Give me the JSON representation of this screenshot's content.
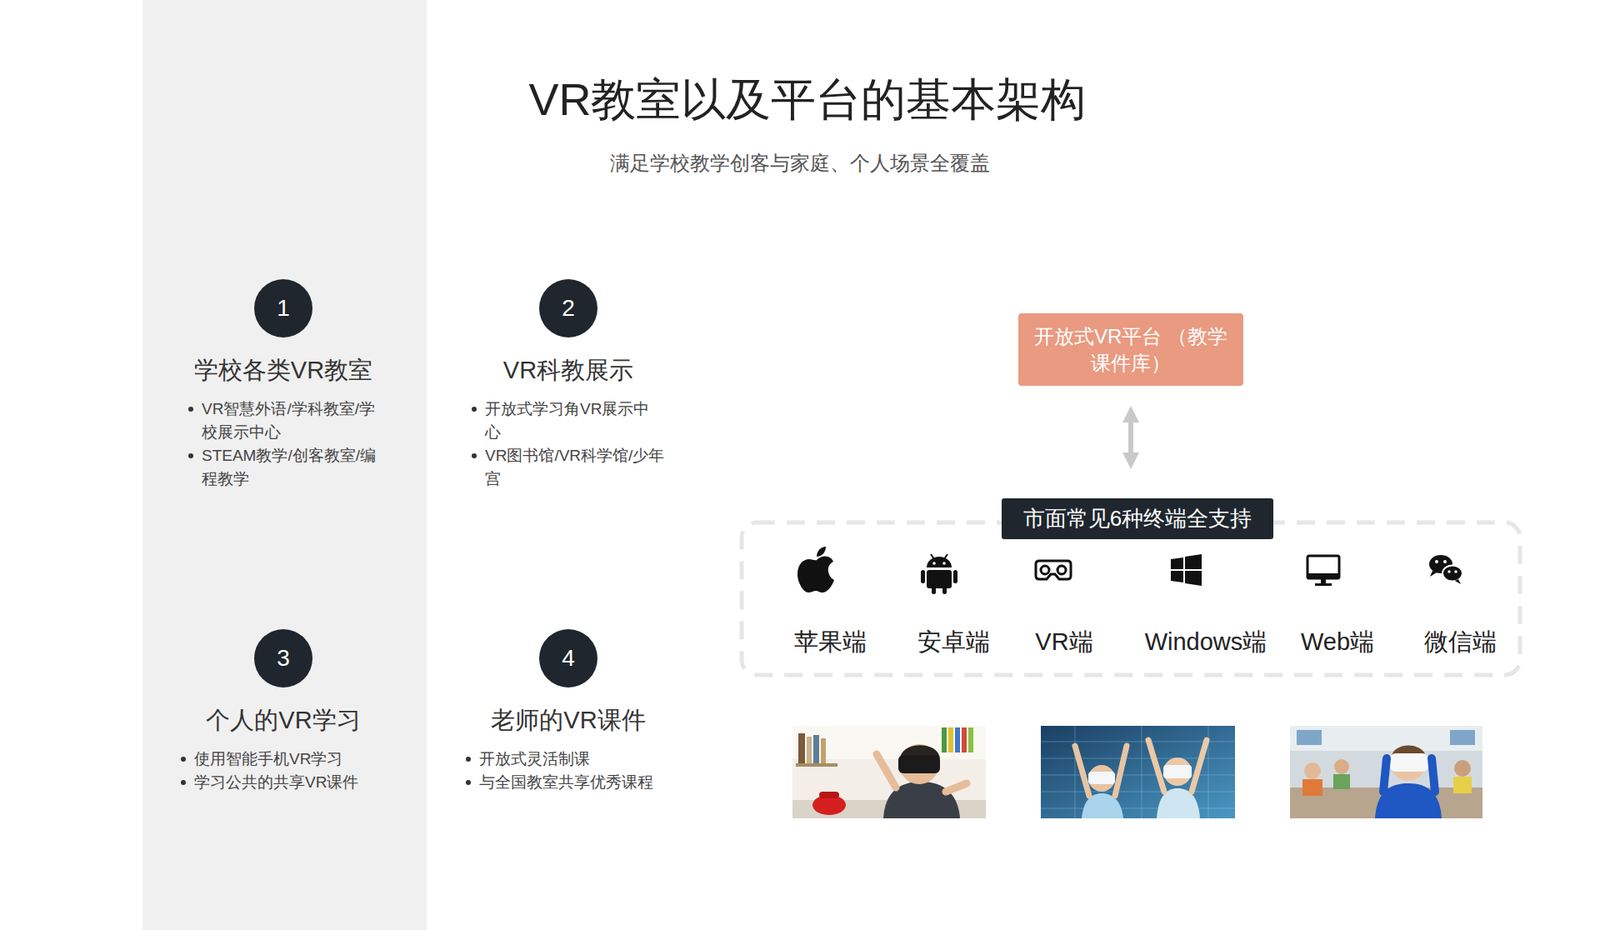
{
  "diagram": {
    "title": "VR教室以及平台的基本架构",
    "nodes": [
      {
        "text": [
          "1",
          "学校各类VR教室",
          "VR智慧外语/学科教室/学校展示中心",
          "STEAM教学/创客教室/编程教学"
        ]
      },
      {
        "text": [
          "2",
          "VR科教展示",
          "开放式学习角VR展示中心",
          "VR图书馆/VR科学馆/少年宫"
        ]
      },
      {
        "text": [
          "3",
          "个人的VR学习",
          "使用智能手机VR学习",
          "学习公共的共享VR课件"
        ]
      },
      {
        "text": [
          "4",
          "老师的VR课件",
          "开放式灵活制课",
          "与全国教室共享优秀课程"
        ]
      },
      {
        "text": [
          "开放式VR平台 （教学课件库）"
        ]
      },
      {
        "text": [
          "市面常见6种终端全支持",
          "苹果端",
          "安卓端",
          "VR端",
          "Windows端",
          "Web端",
          "微信端"
        ]
      }
    ],
    "edges": [
      {
        "from": 4,
        "to": 5,
        "arrow": "both"
      }
    ],
    "labels": [
      "满足学校教学创客与家庭、个人场景全覆盖"
    ]
  }
}
